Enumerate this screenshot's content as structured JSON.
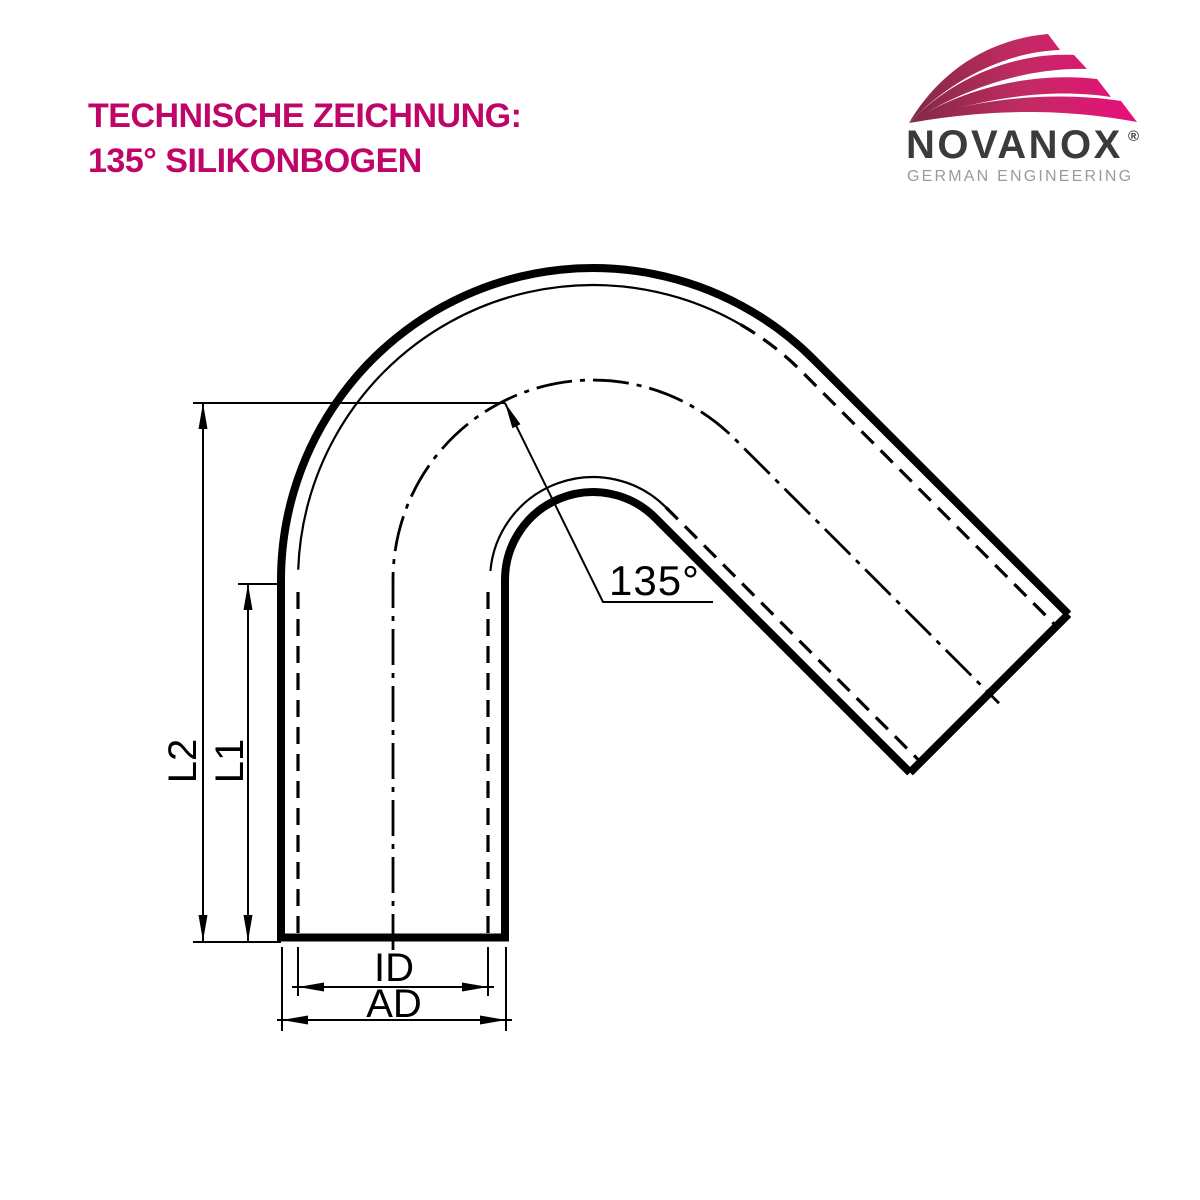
{
  "header": {
    "title_line1": "TECHNISCHE ZEICHNUNG:",
    "title_line2": "135° SILIKONBOGEN",
    "title_color": "#C00569"
  },
  "logo": {
    "brand": "NOVANOX",
    "registered_mark": "®",
    "tagline": "GERMAN ENGINEERING",
    "brand_color": "#3B3B3D",
    "tagline_color": "#9B9B9B",
    "swoosh_color_start": "#7E2943",
    "swoosh_color_mid": "#C22B62",
    "swoosh_color_end": "#EC0C7E"
  },
  "drawing": {
    "description": "135 degree silicone elbow technical drawing",
    "labels": {
      "angle": "135°",
      "length_outer": "L2",
      "length_inner": "L1",
      "inner_diameter": "ID",
      "outer_diameter": "AD"
    },
    "line_color": "#000000"
  }
}
